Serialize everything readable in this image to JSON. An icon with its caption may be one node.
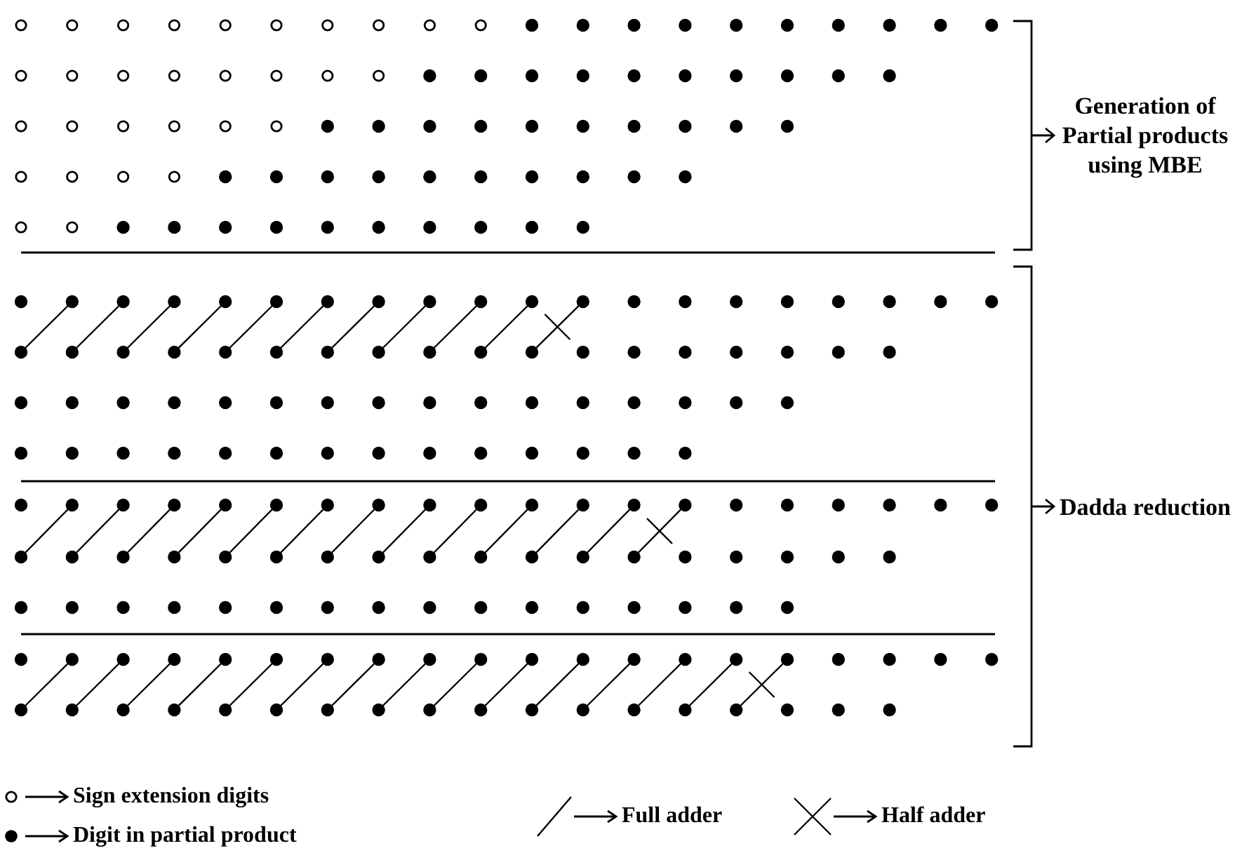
{
  "diagram": {
    "labels": [
      "Generation of Partial products using MBE",
      "Dadda reduction"
    ],
    "legend": [
      {
        "text": "Sign extension digits"
      },
      {
        "text": "Digit in partial product"
      },
      {
        "text": "Full adder"
      },
      {
        "text": "Half adder"
      }
    ]
  }
}
